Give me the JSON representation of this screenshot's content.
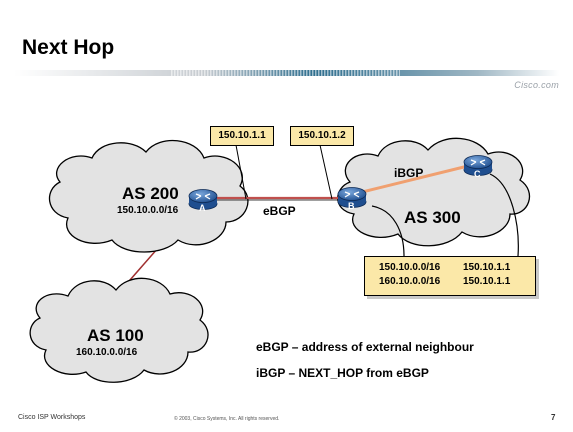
{
  "slide": {
    "title": "Next Hop",
    "brand": "Cisco.com",
    "footer_left": "Cisco ISP Workshops",
    "footer_copyright": "© 2003, Cisco Systems, Inc. All rights reserved.",
    "page_number": "7"
  },
  "diagram": {
    "as200": {
      "name": "AS 200",
      "network": "150.10.0.0/16"
    },
    "as300": {
      "name": "AS 300"
    },
    "as100": {
      "name": "AS 100",
      "network": "160.10.0.0/16"
    },
    "router_a": "A",
    "router_b": "B",
    "router_c": "C",
    "ebgp_link_label": "eBGP",
    "ibgp_link_label": "iBGP",
    "addr_a": "150.10.1.1",
    "addr_b": "150.10.1.2",
    "table_rows": [
      {
        "network": "150.10.0.0/16",
        "next_hop": "150.10.1.1"
      },
      {
        "network": "160.10.0.0/16",
        "next_hop": "150.10.1.1"
      }
    ],
    "notes": [
      "eBGP – address of external neighbour",
      "iBGP – NEXT_HOP from eBGP"
    ]
  },
  "colors": {
    "router_blue": "#3b6fb2",
    "label_fill": "#fbe8a8",
    "ebgp_link": "#c0504d",
    "ibgp_link": "#f0a070",
    "cloud_fill": "#e3e3e3"
  }
}
